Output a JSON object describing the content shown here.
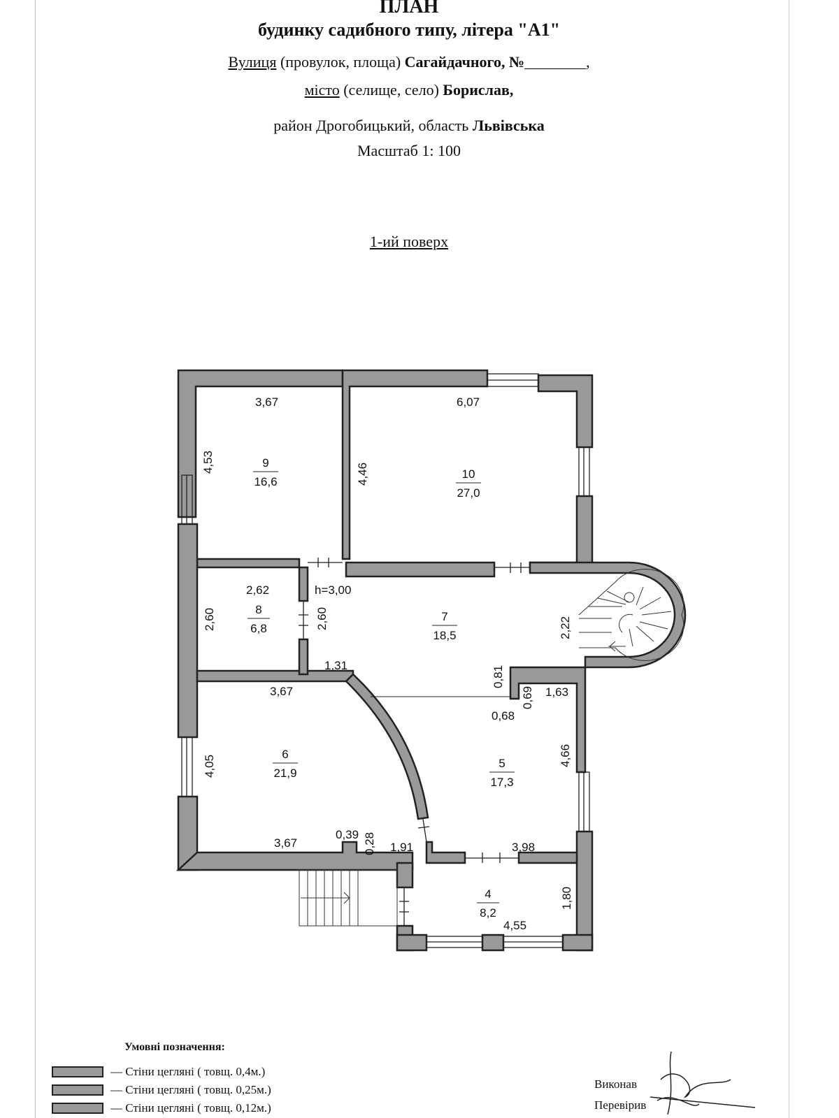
{
  "header": {
    "title": "ПЛАН",
    "subtitle": "будинку садибного типу, літера \"А1\"",
    "street_label": "Вулиця",
    "street_alt": "(провулок, площа)",
    "street_name": "Сагайдачного, №",
    "street_tail": ",",
    "city_label": "місто",
    "city_alt": "(селище, село)",
    "city_name": "Борислав,",
    "district_text": "район Дрогобицький, область",
    "region_name": "Львівська",
    "scale": "Масштаб 1: 100",
    "floor": "1-ий поверх"
  },
  "rooms": [
    {
      "number": "9",
      "area": "16,6"
    },
    {
      "number": "10",
      "area": "27,0"
    },
    {
      "number": "8",
      "area": "6,8"
    },
    {
      "number": "7",
      "area": "18,5"
    },
    {
      "number": "6",
      "area": "21,9"
    },
    {
      "number": "5",
      "area": "17,3"
    },
    {
      "number": "4",
      "area": "8,2"
    }
  ],
  "dimensions": {
    "r9_width": "3,67",
    "r9_height": "4,53",
    "r10_width": "6,07",
    "r10_height": "4,46",
    "r8_width": "2,62",
    "r8_height": "2,60",
    "ceiling": "h=3,00",
    "r7_door": "2,60",
    "r7_a": "1,31",
    "r7_b": "2,22",
    "r7_c": "0,81",
    "r6_top": "3,67",
    "r6_height": "4,05",
    "r6_bottom": "3,67",
    "r5_a": "0,69",
    "r5_b": "1,63",
    "r5_c": "0,68",
    "r5_height": "4,66",
    "r5_bottom_a": "0,39",
    "r5_bottom_b": "0,28",
    "r5_bottom_c": "1,91",
    "r5_bottom_d": "3,98",
    "r4_width": "4,55",
    "r4_height": "1,80"
  },
  "legend": {
    "title": "Умовні позначення:",
    "items": [
      "— Стіни цегляні ( товщ. 0,4м.)",
      "— Стіни цегляні ( товщ. 0,25м.)",
      "— Стіни цегляні ( товщ. 0,12м.)"
    ]
  },
  "signatures": {
    "made_by": "Виконав",
    "checked_by": "Перевірив"
  }
}
